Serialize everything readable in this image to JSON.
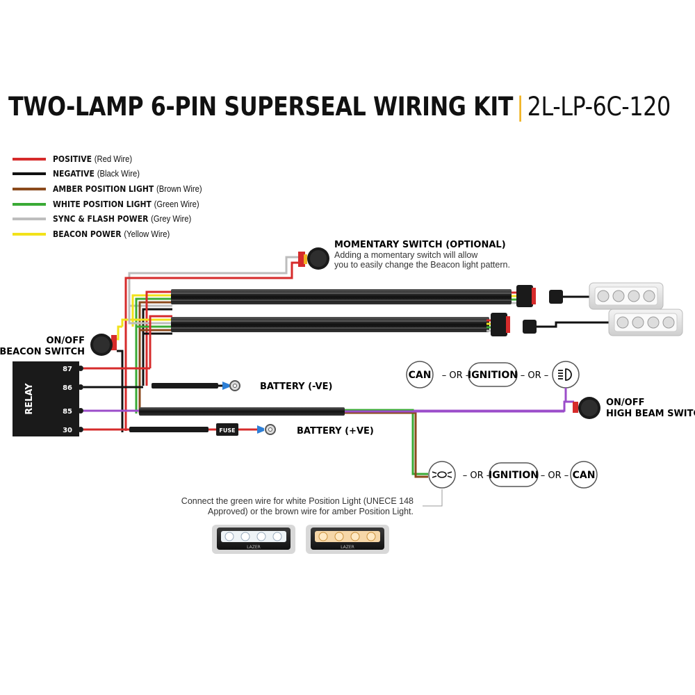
{
  "title": {
    "main": "TWO-LAMP 6-PIN SUPERSEAL WIRING KIT",
    "separator": "|",
    "code": "2L-LP-6C-120"
  },
  "legend": [
    {
      "label": "POSITIVE",
      "sub": "(Red Wire)",
      "color": "#d62b2b"
    },
    {
      "label": "NEGATIVE",
      "sub": "(Black Wire)",
      "color": "#111111"
    },
    {
      "label": "AMBER POSITION LIGHT",
      "sub": "(Brown Wire)",
      "color": "#8b4a1c"
    },
    {
      "label": "WHITE POSITION LIGHT",
      "sub": "(Green Wire)",
      "color": "#3aaa35"
    },
    {
      "label": "SYNC & FLASH POWER",
      "sub": "(Grey Wire)",
      "color": "#bdbdbd"
    },
    {
      "label": "BEACON POWER",
      "sub": "(Yellow Wire)",
      "color": "#f2e21a"
    }
  ],
  "momentary": {
    "title": "MOMENTARY SWITCH (OPTIONAL)",
    "line1": "Adding a momentary switch will allow",
    "line2": "you to easily change the Beacon light pattern."
  },
  "beacon_switch": {
    "line1": "ON/OFF",
    "line2": "BEACON SWITCH"
  },
  "relay": {
    "label": "RELAY",
    "pins": [
      "87",
      "86",
      "85",
      "30"
    ]
  },
  "battery_neg": "BATTERY (-VE)",
  "battery_pos": "BATTERY (+VE)",
  "fuse": "FUSE",
  "high_beam": {
    "line1": "ON/OFF",
    "line2": "HIGH BEAM SWITCH"
  },
  "top_options": {
    "a": "CAN",
    "b": "IGNITION",
    "or": "– OR –"
  },
  "bottom_options": {
    "b": "IGNITION",
    "c": "CAN",
    "or": "– OR –"
  },
  "position_note": {
    "line1": "Connect the green wire for white Position Light (UNECE 148",
    "line2": "Approved) or the brown wire for amber Position Light."
  },
  "lamp_brand": "LAZER",
  "colors": {
    "accent": "#f0b323",
    "red": "#d62b2b",
    "black": "#111111",
    "brown": "#8b4a1c",
    "green": "#3aaa35",
    "grey": "#bdbdbd",
    "yellow": "#f2e21a",
    "purple": "#9b4dca"
  }
}
